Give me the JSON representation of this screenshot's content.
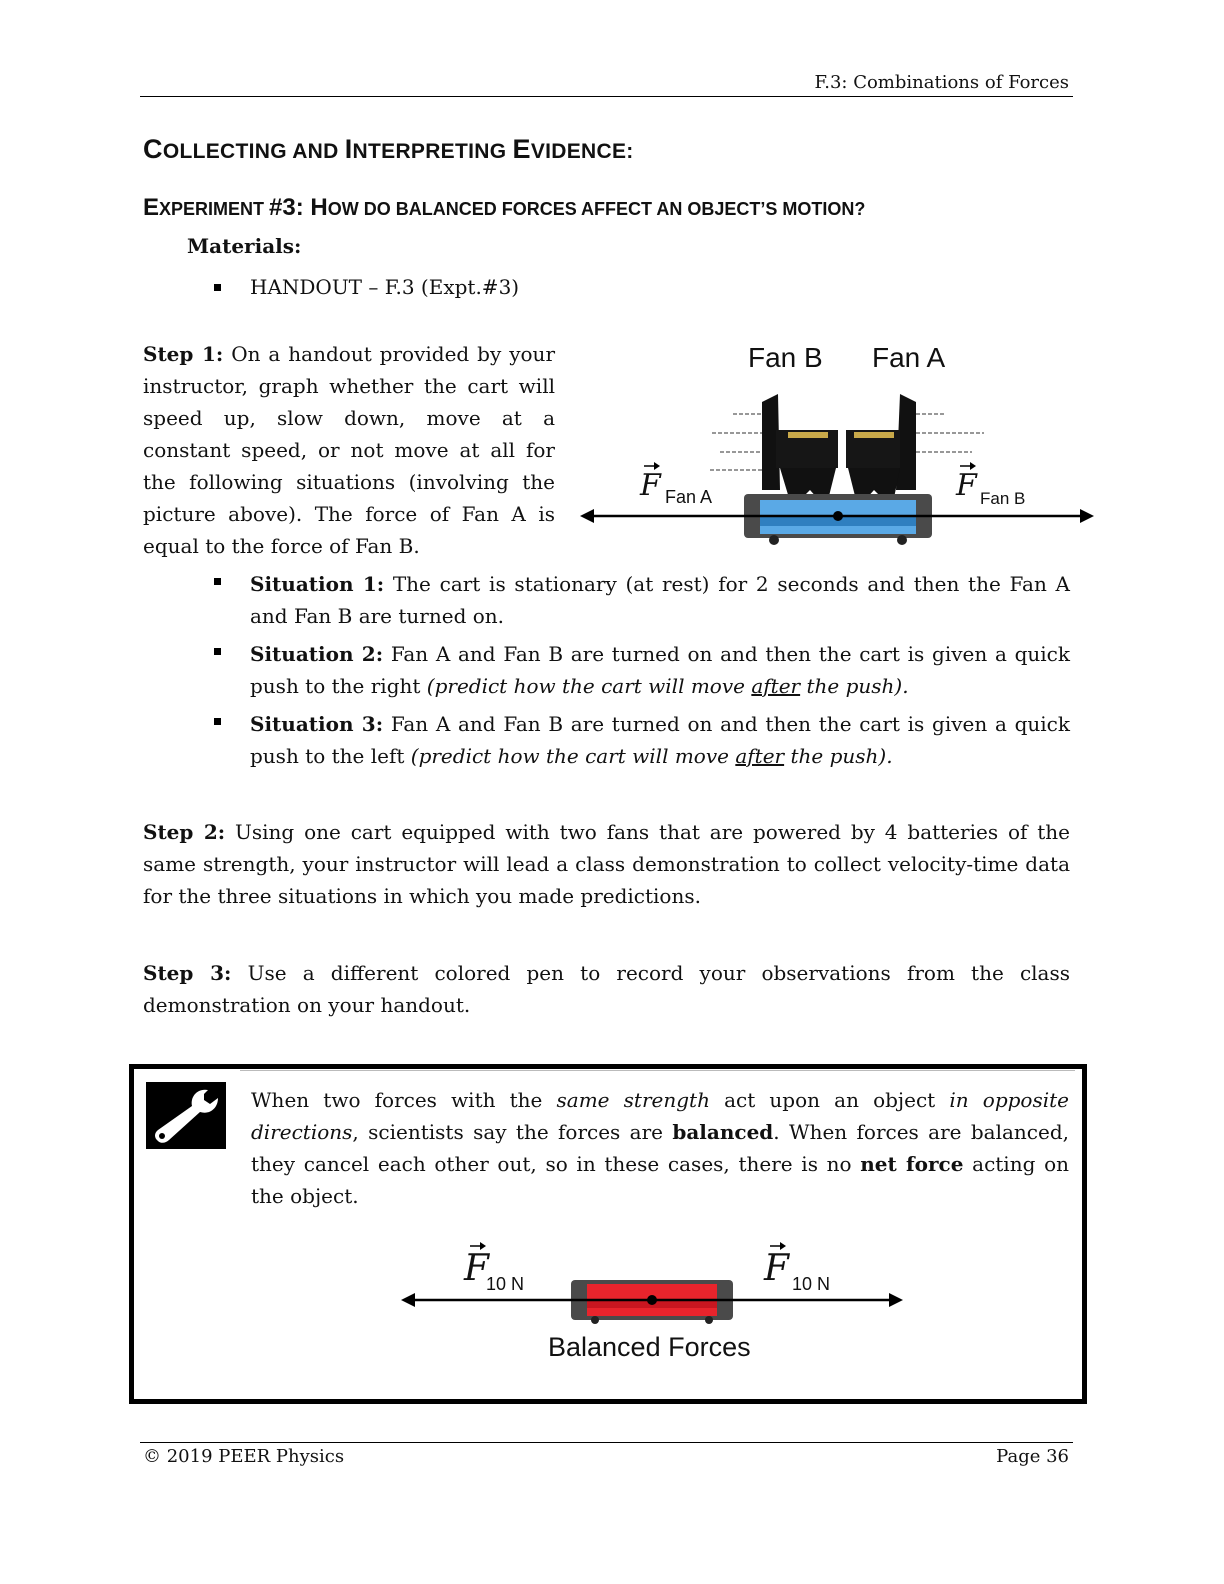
{
  "header": {
    "title": "F.3: Combinations of Forces"
  },
  "section": {
    "c1": "C",
    "w1": "OLLECTING AND ",
    "c2": "I",
    "w2": "NTERPRETING ",
    "c3": "E",
    "w3": "VIDENCE:"
  },
  "experiment": {
    "c1": "E",
    "w1": "XPERIMENT ",
    "num": "#3: ",
    "c2": "H",
    "w2": "OW DO BALANCED FORCES AFFECT AN OBJECT’S MOTION?"
  },
  "materials": {
    "label": "Materials:",
    "items": [
      "HANDOUT – F.3 (Expt.#3)"
    ]
  },
  "step1": {
    "label": "Step 1:",
    "text": " On a handout provided by your instructor, graph whether the cart will speed up, slow down, move at a constant speed, or not move at all for the following situations (involving the picture above).  The force of Fan A is equal to the force of Fan B."
  },
  "fan_figure": {
    "fan_b_title": "Fan B",
    "fan_a_title": "Fan A",
    "force_symbol": "F",
    "left_force_label": "Fan A",
    "right_force_label": "Fan B"
  },
  "situations": [
    {
      "label": "Situation 1:",
      "text": " The cart is stationary (at rest) for 2 seconds and then the Fan A and Fan B are turned on."
    },
    {
      "label": "Situation 2:",
      "text": " Fan A and Fan B are turned on and then the cart is given a quick push to the right ",
      "italic_a": "(predict how the cart will move ",
      "italic_u": "after",
      "italic_b": " the push)."
    },
    {
      "label": "Situation 3:",
      "text": " Fan A and Fan B are turned on and then the cart is given a quick push to the left ",
      "italic_a": "(predict how the cart will move ",
      "italic_u": "after",
      "italic_b": " the push)."
    }
  ],
  "step2": {
    "label": "Step 2:",
    "text": " Using one cart equipped with two fans that are powered by 4 batteries of the same strength, your instructor will lead a class demonstration to collect velocity-time data for the three situations in which you made predictions."
  },
  "step3": {
    "label": "Step 3:",
    "text": " Use a different colored pen to record your observations from the class demonstration on your handout."
  },
  "callout": {
    "t1": "When two forces with the ",
    "i1": "same strength",
    "t2": " act upon an object ",
    "i2": "in opposite directions",
    "t3": ", scientists say the forces are ",
    "b1": "balanced",
    "t4": ". When forces are balanced, they cancel each other out, so in these cases, there is no ",
    "b2": "net force",
    "t5": " acting on the object."
  },
  "balanced_figure": {
    "force_symbol": "F",
    "left_value": "10 N",
    "right_value": "10 N",
    "caption": "Balanced Forces"
  },
  "colors": {
    "cart_blue": "#5aa9e6",
    "cart_red": "#e8242c",
    "frame_gray": "#555555"
  },
  "icons": [
    "wrench-icon"
  ],
  "footer": {
    "left": "© 2019 PEER Physics",
    "right": "Page 36"
  }
}
